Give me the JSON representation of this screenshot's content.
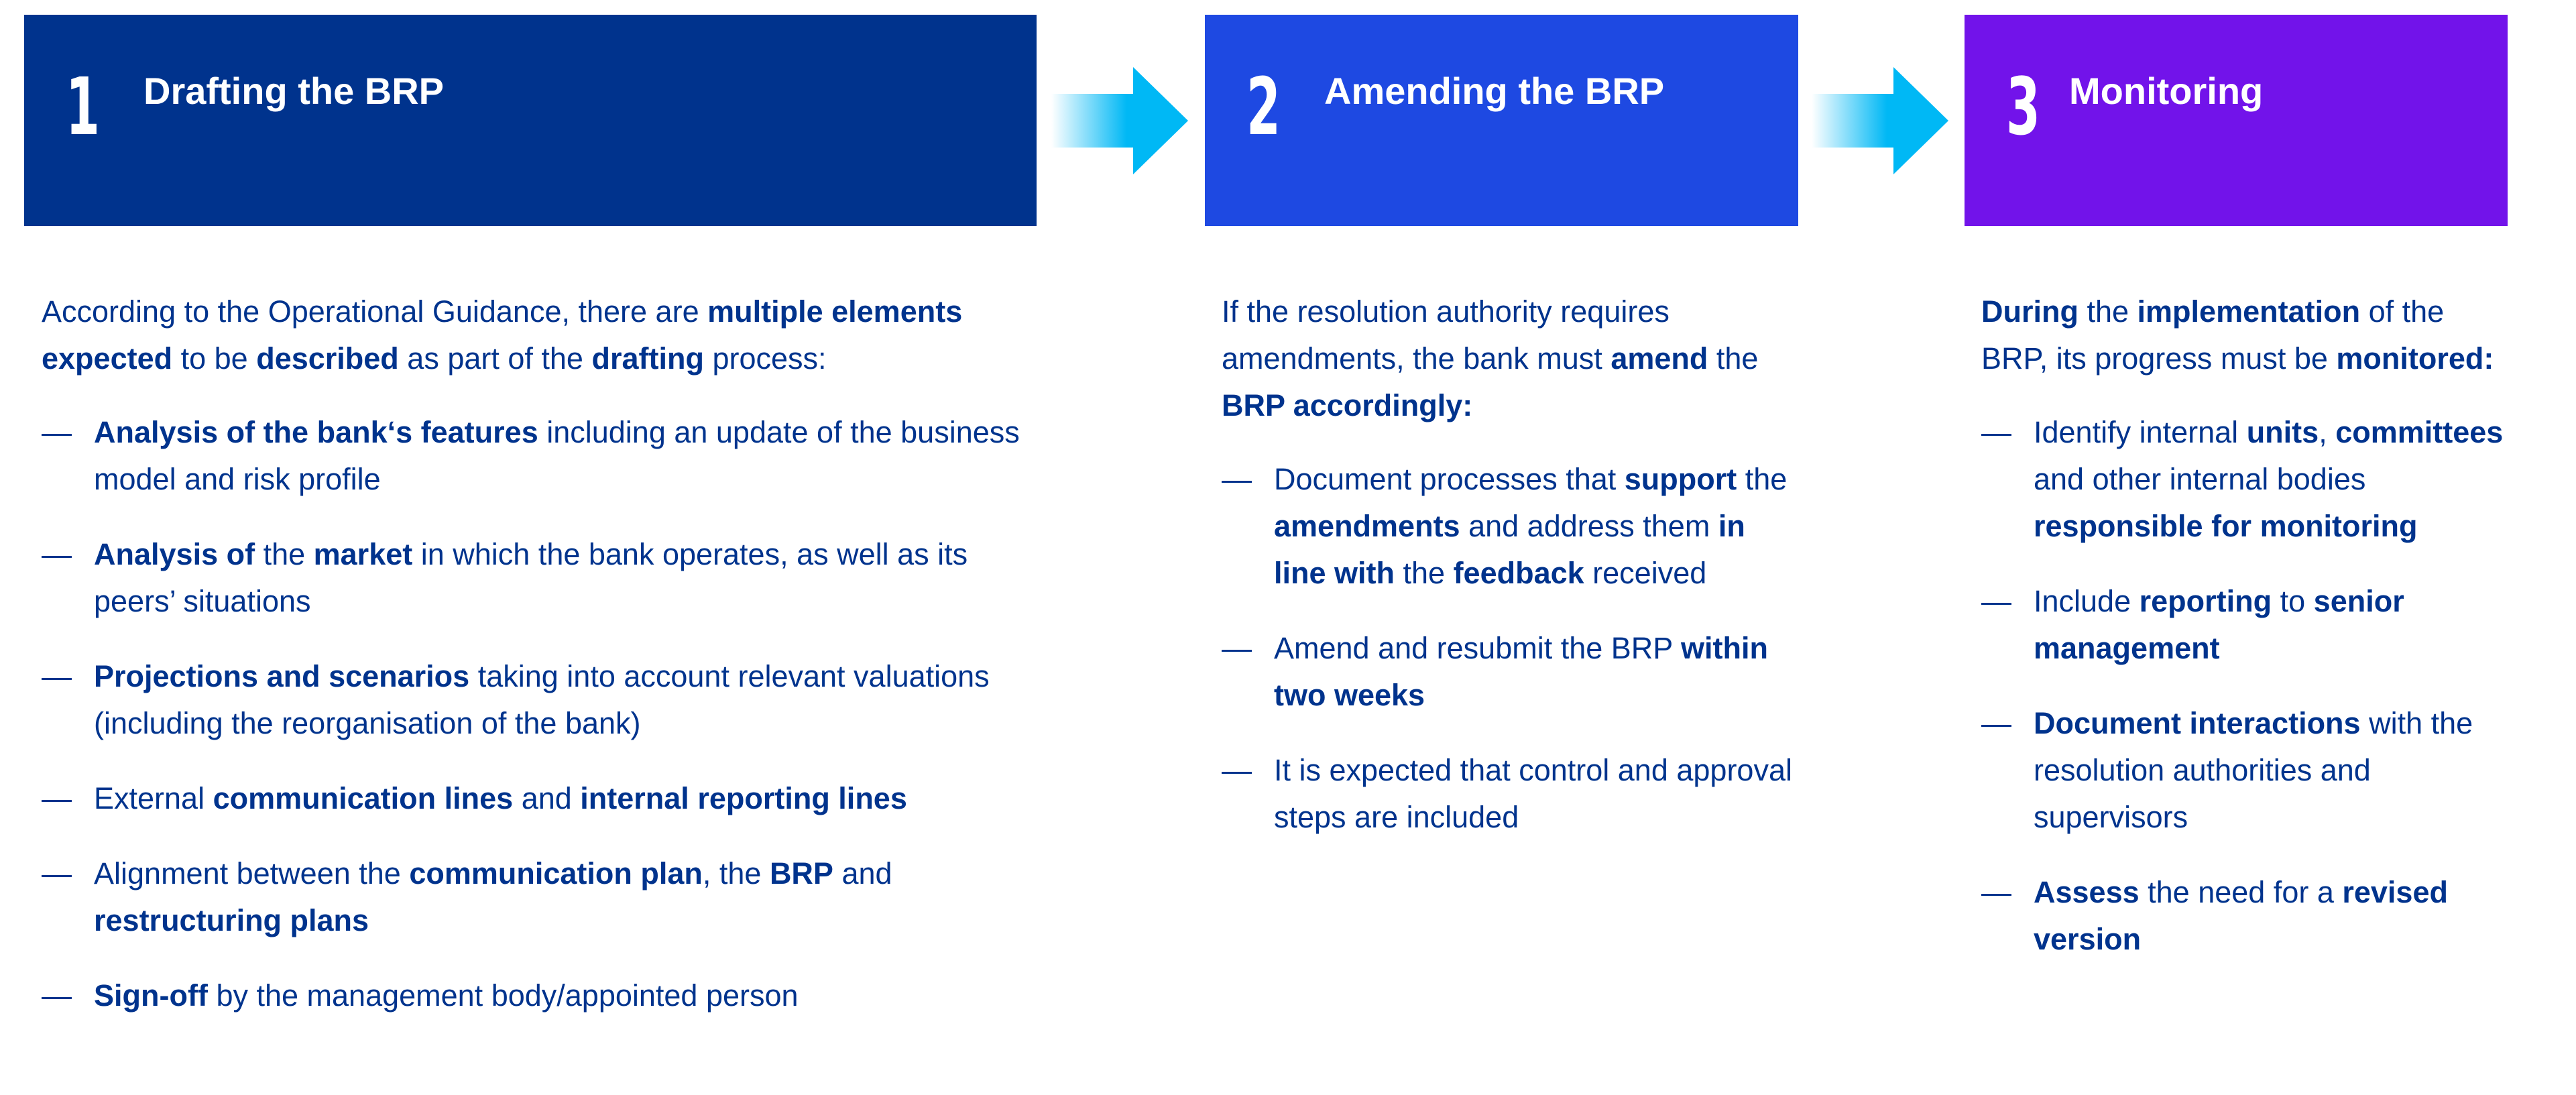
{
  "colors": {
    "step1": "#00338d",
    "step2": "#1e49e2",
    "step3": "#7213ea",
    "arrow_start": "#ffffff",
    "arrow_end": "#00b8f5",
    "text": "#00338d"
  },
  "steps": [
    {
      "number": "1",
      "title": "Drafting the BRP",
      "intro": [
        {
          "t": "According to the Operational Guidance, there are ",
          "b": false
        },
        {
          "t": "multiple elements expected",
          "b": true
        },
        {
          "t": " to be ",
          "b": false
        },
        {
          "t": "described",
          "b": true
        },
        {
          "t": " as part of the ",
          "b": false
        },
        {
          "t": "drafting",
          "b": true
        },
        {
          "t": " process:",
          "b": false
        }
      ],
      "bullets": [
        [
          {
            "t": "Analysis of the bank‘s features",
            "b": true
          },
          {
            "t": " including an update of the business model and risk profile",
            "b": false
          }
        ],
        [
          {
            "t": "Analysis of",
            "b": true
          },
          {
            "t": " the ",
            "b": false
          },
          {
            "t": "market",
            "b": true
          },
          {
            "t": " in which the bank operates, as well as its peers’ situations",
            "b": false
          }
        ],
        [
          {
            "t": "Projections and scenarios",
            "b": true
          },
          {
            "t": " taking into account relevant valuations (including the reorganisation of the bank)",
            "b": false
          }
        ],
        [
          {
            "t": "External ",
            "b": false
          },
          {
            "t": "communication lines",
            "b": true
          },
          {
            "t": " and ",
            "b": false
          },
          {
            "t": "internal reporting lines",
            "b": true
          }
        ],
        [
          {
            "t": "Alignment between the ",
            "b": false
          },
          {
            "t": "communication plan",
            "b": true
          },
          {
            "t": ", the ",
            "b": false
          },
          {
            "t": "BRP",
            "b": true
          },
          {
            "t": " and ",
            "b": false
          },
          {
            "t": "restructuring plans",
            "b": true
          }
        ],
        [
          {
            "t": "Sign-off",
            "b": true
          },
          {
            "t": " by the management body/appointed person",
            "b": false
          }
        ]
      ]
    },
    {
      "number": "2",
      "title": "Amending the BRP",
      "intro": [
        {
          "t": "If the resolution authority requires amendments, the bank must ",
          "b": false
        },
        {
          "t": "amend",
          "b": true
        },
        {
          "t": " the ",
          "b": false
        },
        {
          "t": "BRP accordingly:",
          "b": true
        }
      ],
      "bullets": [
        [
          {
            "t": "Document processes that ",
            "b": false
          },
          {
            "t": "support",
            "b": true
          },
          {
            "t": " the ",
            "b": false
          },
          {
            "t": "amendments",
            "b": true
          },
          {
            "t": " and address them ",
            "b": false
          },
          {
            "t": "in line with",
            "b": true
          },
          {
            "t": " the ",
            "b": false
          },
          {
            "t": "feedback",
            "b": true
          },
          {
            "t": " received",
            "b": false
          }
        ],
        [
          {
            "t": "Amend and resubmit the BRP ",
            "b": false
          },
          {
            "t": "within two weeks",
            "b": true
          }
        ],
        [
          {
            "t": "It is expected that control and approval steps are included",
            "b": false
          }
        ]
      ]
    },
    {
      "number": "3",
      "title": "Monitoring",
      "intro": [
        {
          "t": "During",
          "b": true
        },
        {
          "t": " the ",
          "b": false
        },
        {
          "t": "implementation",
          "b": true
        },
        {
          "t": " of the BRP, its progress must be ",
          "b": false
        },
        {
          "t": "monitored:",
          "b": true
        }
      ],
      "bullets": [
        [
          {
            "t": "Identify internal ",
            "b": false
          },
          {
            "t": "units",
            "b": true
          },
          {
            "t": ", ",
            "b": false
          },
          {
            "t": "committees",
            "b": true
          },
          {
            "t": " and other internal bodies ",
            "b": false
          },
          {
            "t": "responsible for monitoring",
            "b": true
          }
        ],
        [
          {
            "t": "Include ",
            "b": false
          },
          {
            "t": "reporting",
            "b": true
          },
          {
            "t": " to ",
            "b": false
          },
          {
            "t": "senior management",
            "b": true
          }
        ],
        [
          {
            "t": "Document interactions",
            "b": true
          },
          {
            "t": " with the resolution authorities and supervisors",
            "b": false
          }
        ],
        [
          {
            "t": "Assess",
            "b": true
          },
          {
            "t": " the need for a ",
            "b": false
          },
          {
            "t": "revised version",
            "b": true
          }
        ]
      ]
    }
  ],
  "bullet_dash": "—"
}
